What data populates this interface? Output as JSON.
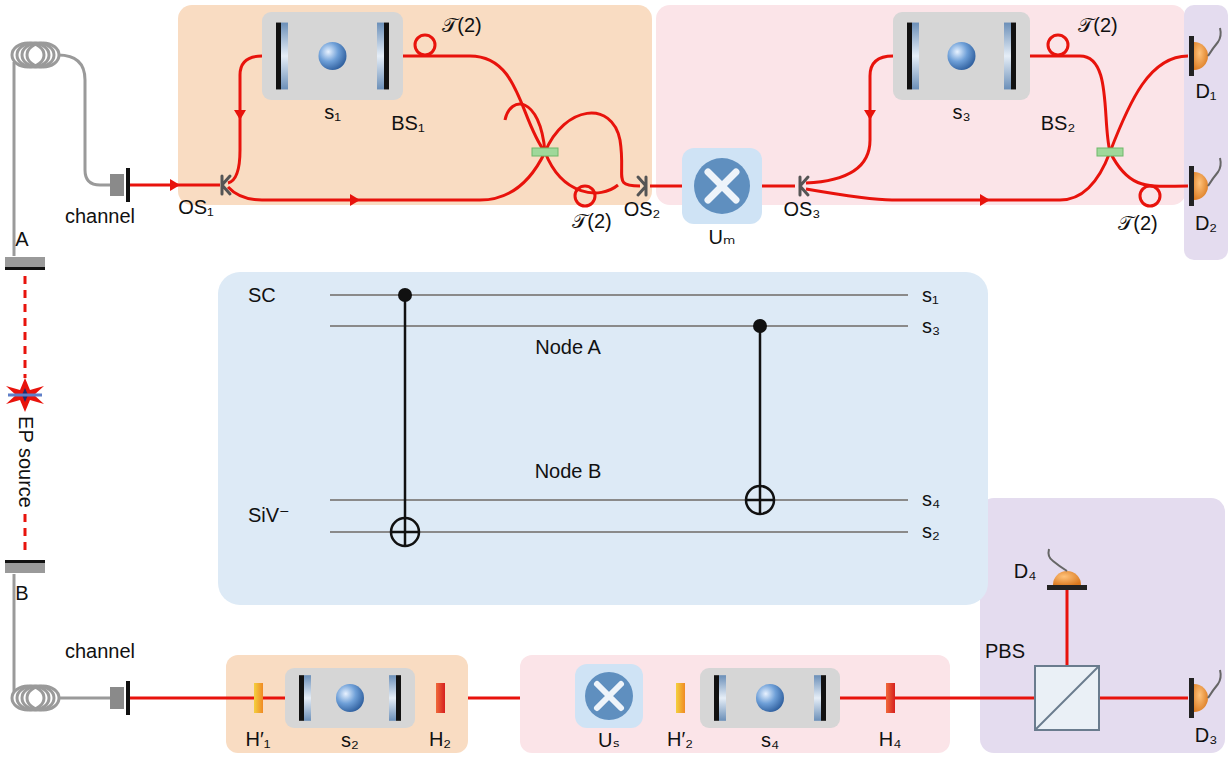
{
  "diagram": {
    "nodes": [
      {
        "text": [
          "SC",
          "s₁",
          "s₃",
          "Node A",
          "Node B",
          "SiV⁻",
          "s₄",
          "s₂"
        ]
      },
      {
        "text": [
          "s₁"
        ]
      },
      {
        "text": [
          "s₃"
        ]
      },
      {
        "text": [
          "s₂"
        ]
      },
      {
        "text": [
          "s₄"
        ]
      }
    ],
    "edges": [
      {
        "from": 3,
        "to": 4,
        "arrow": "to"
      }
    ],
    "labels": [
      "channel",
      "A",
      "EP source",
      "B",
      "channel",
      "OS₁",
      "BS₁",
      "𝒯(2)",
      "𝒯(2)",
      "OS₂",
      "Uₘ",
      "OS₃",
      "BS₂",
      "𝒯(2)",
      "D₁",
      "𝒯(2)",
      "D₂",
      "H′₁",
      "H₂",
      "Uₛ",
      "H′₂",
      "H₄",
      "D₄",
      "PBS",
      "D₃"
    ]
  }
}
